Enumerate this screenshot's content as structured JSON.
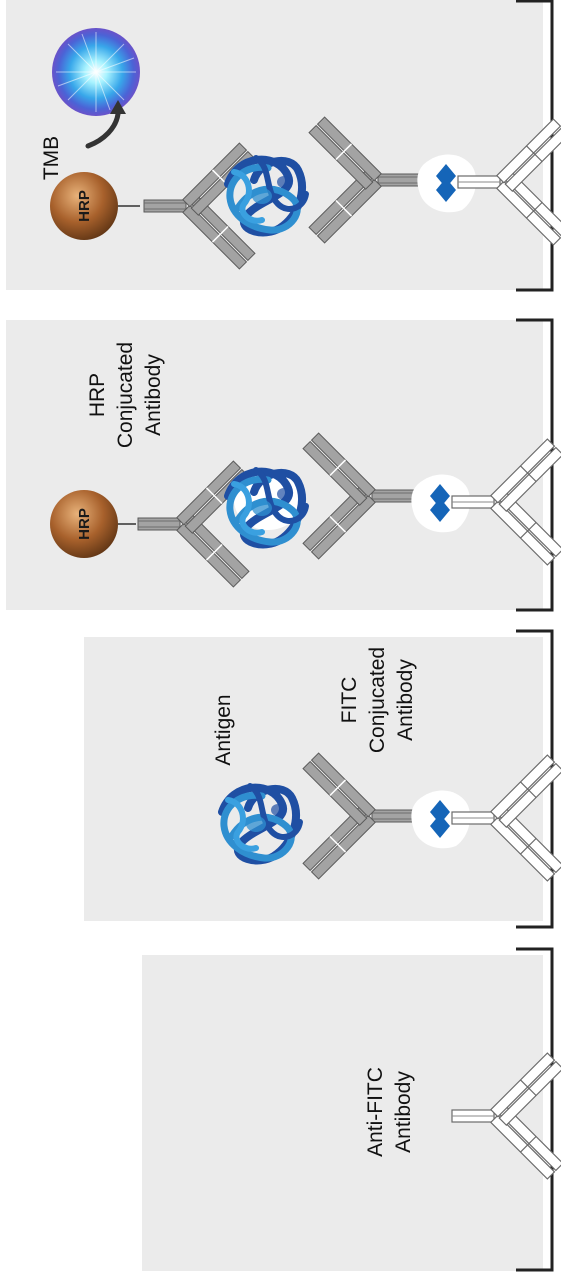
{
  "diagram": {
    "panels": [
      {
        "id": "step-4",
        "labels": [
          {
            "text": "TMB"
          }
        ],
        "hrp_label": "HRP"
      },
      {
        "id": "step-3",
        "labels": [
          {
            "text": "HRP"
          },
          {
            "text": "Conjucated"
          },
          {
            "text": "Antibody"
          }
        ],
        "hrp_label": "HRP"
      },
      {
        "id": "step-2",
        "labels": [
          {
            "text": "Antigen"
          },
          {
            "text": "FITC"
          },
          {
            "text": "Conjucated"
          },
          {
            "text": "Antibody"
          }
        ]
      },
      {
        "id": "step-1",
        "labels": [
          {
            "text": "Anti-FITC"
          },
          {
            "text": "Antibody"
          }
        ]
      }
    ]
  },
  "colors": {
    "panel_fill": "#ebebeb",
    "bracket": "#222222",
    "antibody_gray": "#a3a3a3",
    "antibody_outline": "#ffffff",
    "antigen_dark": "#1f4fa3",
    "antigen_light": "#2f8fd0",
    "fitc_diamond": "#1565b8",
    "hrp_bead": "#9a5a2c",
    "arrow": "#333333"
  },
  "icons": [
    "hrp-bead-icon",
    "fitc-diamond-icon",
    "antigen-icon",
    "antibody-icon",
    "tmb-glow-icon",
    "arrow-icon"
  ]
}
